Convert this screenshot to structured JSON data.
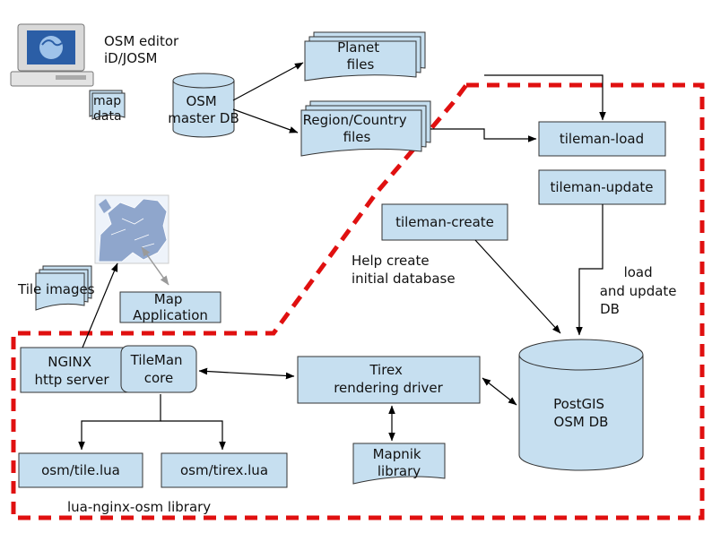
{
  "nodes": {
    "osm_editor": {
      "lines": [
        "OSM editor",
        "iD/JOSM"
      ]
    },
    "map_data": {
      "lines": [
        "map",
        "data"
      ]
    },
    "osm_master_db": {
      "lines": [
        "OSM",
        "master DB"
      ]
    },
    "planet_files": {
      "lines": [
        "Planet",
        "files"
      ]
    },
    "region_files": {
      "lines": [
        "Region/Country",
        "files"
      ]
    },
    "tileman_load": {
      "lines": [
        "tileman-load"
      ]
    },
    "tileman_update": {
      "lines": [
        "tileman-update"
      ]
    },
    "tileman_create": {
      "lines": [
        "tileman-create"
      ]
    },
    "help_create": {
      "lines": [
        "Help create",
        "initial database"
      ]
    },
    "load_update": {
      "lines": [
        "load",
        "and update",
        "DB"
      ]
    },
    "tile_images": {
      "lines": [
        "Tile images"
      ]
    },
    "map_application": {
      "lines": [
        "Map",
        "Application"
      ]
    },
    "nginx": {
      "lines": [
        "NGINX",
        "http server"
      ]
    },
    "tileman_core": {
      "lines": [
        "TileMan",
        "core"
      ]
    },
    "tirex": {
      "lines": [
        "Tirex",
        "rendering driver"
      ]
    },
    "postgis": {
      "lines": [
        "PostGIS",
        "OSM DB"
      ]
    },
    "mapnik": {
      "lines": [
        "Mapnik",
        "library"
      ]
    },
    "osm_tile_lua": {
      "lines": [
        "osm/tile.lua"
      ]
    },
    "osm_tirex_lua": {
      "lines": [
        "osm/tirex.lua"
      ]
    },
    "lua_library": {
      "lines": [
        "lua-nginx-osm library"
      ]
    }
  },
  "colors": {
    "box_fill": "#c6dff0",
    "region_border": "#e01010",
    "map_land": "#8fa6cc",
    "map_water": "#eef3fa"
  },
  "icons": [
    "computer-icon",
    "europe-map-icon",
    "tile-stack-icon"
  ]
}
